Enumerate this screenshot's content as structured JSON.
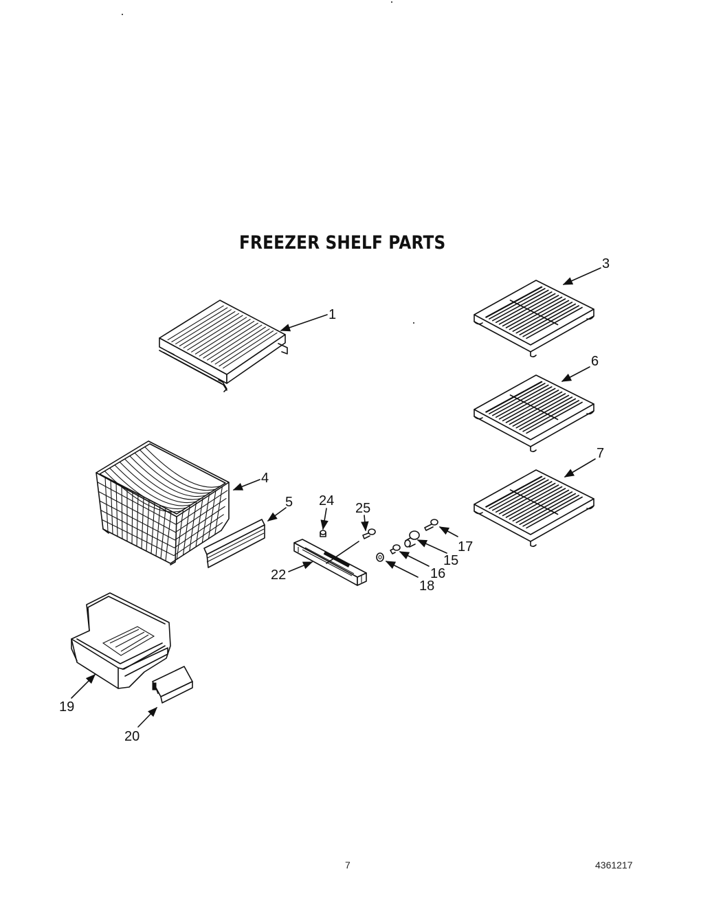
{
  "title": "FREEZER SHELF PARTS",
  "page_number": "7",
  "doc_number": "4361217",
  "callouts": [
    "1",
    "3",
    "6",
    "7",
    "4",
    "5",
    "24",
    "25",
    "17",
    "15",
    "16",
    "18",
    "22",
    "19",
    "20"
  ]
}
